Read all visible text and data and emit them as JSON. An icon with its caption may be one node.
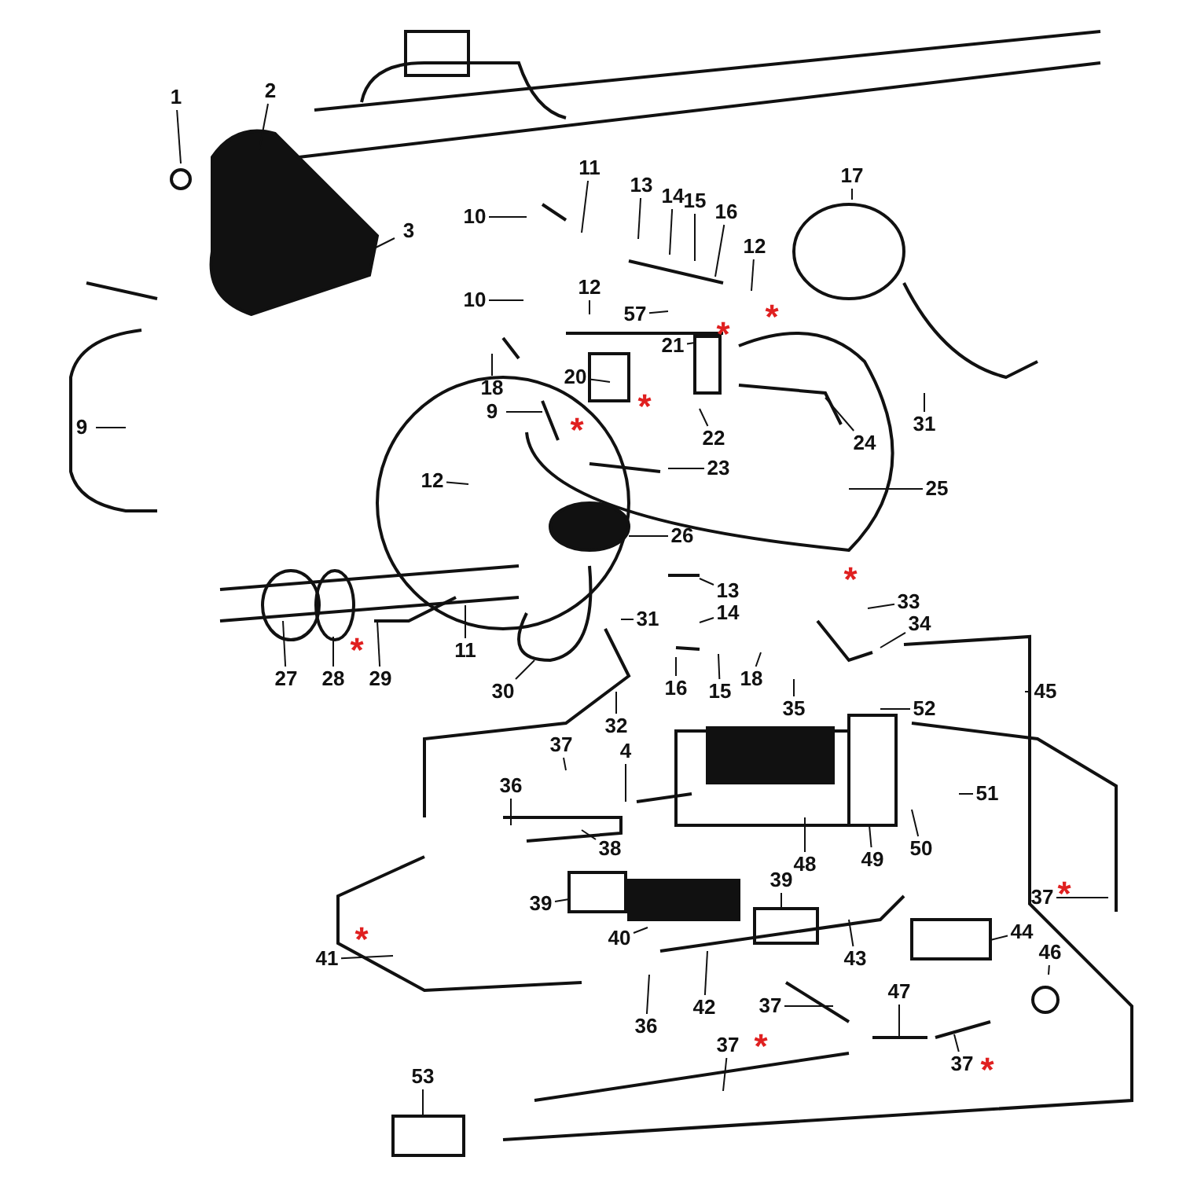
{
  "diagram": {
    "nodes": [
      {
        "text": [
          "1"
        ]
      },
      {
        "text": [
          "2"
        ]
      },
      {
        "text": [
          "3"
        ]
      },
      {
        "text": [
          "9"
        ]
      },
      {
        "text": [
          "10"
        ]
      },
      {
        "text": [
          "11"
        ]
      },
      {
        "text": [
          "13"
        ]
      },
      {
        "text": [
          "14"
        ]
      },
      {
        "text": [
          "15"
        ]
      },
      {
        "text": [
          "16"
        ]
      },
      {
        "text": [
          "17"
        ]
      },
      {
        "text": [
          "10"
        ]
      },
      {
        "text": [
          "12"
        ]
      },
      {
        "text": [
          "12"
        ]
      },
      {
        "text": [
          "57"
        ]
      },
      {
        "text": [
          "18"
        ]
      },
      {
        "text": [
          "20"
        ]
      },
      {
        "text": [
          "21"
        ]
      },
      {
        "text": [
          "9"
        ]
      },
      {
        "text": [
          "22"
        ]
      },
      {
        "text": [
          "24"
        ]
      },
      {
        "text": [
          "31"
        ]
      },
      {
        "text": [
          "23"
        ]
      },
      {
        "text": [
          "12"
        ]
      },
      {
        "text": [
          "25"
        ]
      },
      {
        "text": [
          "26"
        ]
      },
      {
        "text": [
          "13"
        ]
      },
      {
        "text": [
          "14"
        ]
      },
      {
        "text": [
          "33"
        ]
      },
      {
        "text": [
          "31"
        ]
      },
      {
        "text": [
          "34"
        ]
      },
      {
        "text": [
          "27"
        ]
      },
      {
        "text": [
          "28"
        ]
      },
      {
        "text": [
          "29"
        ]
      },
      {
        "text": [
          "11"
        ]
      },
      {
        "text": [
          "30"
        ]
      },
      {
        "text": [
          "16"
        ]
      },
      {
        "text": [
          "15"
        ]
      },
      {
        "text": [
          "18"
        ]
      },
      {
        "text": [
          "45"
        ]
      },
      {
        "text": [
          "35"
        ]
      },
      {
        "text": [
          "52"
        ]
      },
      {
        "text": [
          "32"
        ]
      },
      {
        "text": [
          "37"
        ]
      },
      {
        "text": [
          "4"
        ]
      },
      {
        "text": [
          "51"
        ]
      },
      {
        "text": [
          "36"
        ]
      },
      {
        "text": [
          "38"
        ]
      },
      {
        "text": [
          "48"
        ]
      },
      {
        "text": [
          "49"
        ]
      },
      {
        "text": [
          "50"
        ]
      },
      {
        "text": [
          "39"
        ]
      },
      {
        "text": [
          "39"
        ]
      },
      {
        "text": [
          "37"
        ]
      },
      {
        "text": [
          "41"
        ]
      },
      {
        "text": [
          "40"
        ]
      },
      {
        "text": [
          "43"
        ]
      },
      {
        "text": [
          "44"
        ]
      },
      {
        "text": [
          "46"
        ]
      },
      {
        "text": [
          "42"
        ]
      },
      {
        "text": [
          "36"
        ]
      },
      {
        "text": [
          "37"
        ]
      },
      {
        "text": [
          "47"
        ]
      },
      {
        "text": [
          "37"
        ]
      },
      {
        "text": [
          "37"
        ]
      },
      {
        "text": [
          "53"
        ]
      }
    ],
    "edges": [
      {
        "from": 0,
        "to": null,
        "arrow": "none"
      },
      {
        "from": 1,
        "to": null,
        "arrow": "none"
      },
      {
        "from": 2,
        "to": null,
        "arrow": "none"
      },
      {
        "from": 3,
        "to": null,
        "arrow": "none"
      },
      {
        "from": 4,
        "to": null,
        "arrow": "none"
      },
      {
        "from": 5,
        "to": null,
        "arrow": "none"
      },
      {
        "from": 6,
        "to": null,
        "arrow": "none"
      },
      {
        "from": 7,
        "to": null,
        "arrow": "none"
      },
      {
        "from": 8,
        "to": null,
        "arrow": "none"
      },
      {
        "from": 9,
        "to": null,
        "arrow": "none"
      },
      {
        "from": 10,
        "to": null,
        "arrow": "none"
      },
      {
        "from": 11,
        "to": null,
        "arrow": "none"
      },
      {
        "from": 12,
        "to": null,
        "arrow": "none"
      },
      {
        "from": 13,
        "to": null,
        "arrow": "none"
      },
      {
        "from": 14,
        "to": null,
        "arrow": "none"
      },
      {
        "from": 15,
        "to": null,
        "arrow": "none"
      },
      {
        "from": 16,
        "to": null,
        "arrow": "none"
      },
      {
        "from": 17,
        "to": null,
        "arrow": "none"
      },
      {
        "from": 18,
        "to": null,
        "arrow": "none"
      },
      {
        "from": 19,
        "to": null,
        "arrow": "none"
      },
      {
        "from": 20,
        "to": null,
        "arrow": "none"
      },
      {
        "from": 21,
        "to": null,
        "arrow": "none"
      },
      {
        "from": 22,
        "to": null,
        "arrow": "none"
      },
      {
        "from": 23,
        "to": null,
        "arrow": "none"
      },
      {
        "from": 24,
        "to": null,
        "arrow": "none"
      },
      {
        "from": 25,
        "to": null,
        "arrow": "none"
      },
      {
        "from": 26,
        "to": null,
        "arrow": "none"
      },
      {
        "from": 27,
        "to": null,
        "arrow": "none"
      },
      {
        "from": 28,
        "to": null,
        "arrow": "none"
      },
      {
        "from": 29,
        "to": null,
        "arrow": "none"
      },
      {
        "from": 30,
        "to": null,
        "arrow": "none"
      },
      {
        "from": 31,
        "to": null,
        "arrow": "none"
      },
      {
        "from": 32,
        "to": null,
        "arrow": "none"
      },
      {
        "from": 33,
        "to": null,
        "arrow": "none"
      },
      {
        "from": 34,
        "to": null,
        "arrow": "none"
      },
      {
        "from": 35,
        "to": null,
        "arrow": "none"
      },
      {
        "from": 36,
        "to": null,
        "arrow": "none"
      },
      {
        "from": 37,
        "to": null,
        "arrow": "none"
      },
      {
        "from": 38,
        "to": null,
        "arrow": "none"
      },
      {
        "from": 39,
        "to": null,
        "arrow": "none"
      },
      {
        "from": 40,
        "to": null,
        "arrow": "none"
      },
      {
        "from": 41,
        "to": null,
        "arrow": "none"
      },
      {
        "from": 42,
        "to": null,
        "arrow": "none"
      },
      {
        "from": 43,
        "to": null,
        "arrow": "none"
      },
      {
        "from": 44,
        "to": null,
        "arrow": "none"
      },
      {
        "from": 45,
        "to": null,
        "arrow": "none"
      },
      {
        "from": 46,
        "to": null,
        "arrow": "none"
      },
      {
        "from": 47,
        "to": null,
        "arrow": "none"
      },
      {
        "from": 48,
        "to": null,
        "arrow": "none"
      },
      {
        "from": 49,
        "to": null,
        "arrow": "none"
      },
      {
        "from": 50,
        "to": null,
        "arrow": "none"
      },
      {
        "from": 51,
        "to": null,
        "arrow": "none"
      },
      {
        "from": 52,
        "to": null,
        "arrow": "none"
      },
      {
        "from": 53,
        "to": null,
        "arrow": "none"
      },
      {
        "from": 54,
        "to": null,
        "arrow": "none"
      },
      {
        "from": 55,
        "to": null,
        "arrow": "none"
      },
      {
        "from": 56,
        "to": null,
        "arrow": "none"
      },
      {
        "from": 57,
        "to": null,
        "arrow": "none"
      },
      {
        "from": 58,
        "to": null,
        "arrow": "none"
      },
      {
        "from": 59,
        "to": null,
        "arrow": "none"
      },
      {
        "from": 60,
        "to": null,
        "arrow": "none"
      },
      {
        "from": 61,
        "to": null,
        "arrow": "none"
      },
      {
        "from": 62,
        "to": null,
        "arrow": "none"
      },
      {
        "from": 63,
        "to": null,
        "arrow": "none"
      },
      {
        "from": 64,
        "to": null,
        "arrow": "none"
      },
      {
        "from": 65,
        "to": null,
        "arrow": "none"
      }
    ],
    "labels": [
      "*",
      "*",
      "*",
      "*",
      "*",
      "*",
      "*",
      "*",
      "*",
      "*"
    ]
  }
}
